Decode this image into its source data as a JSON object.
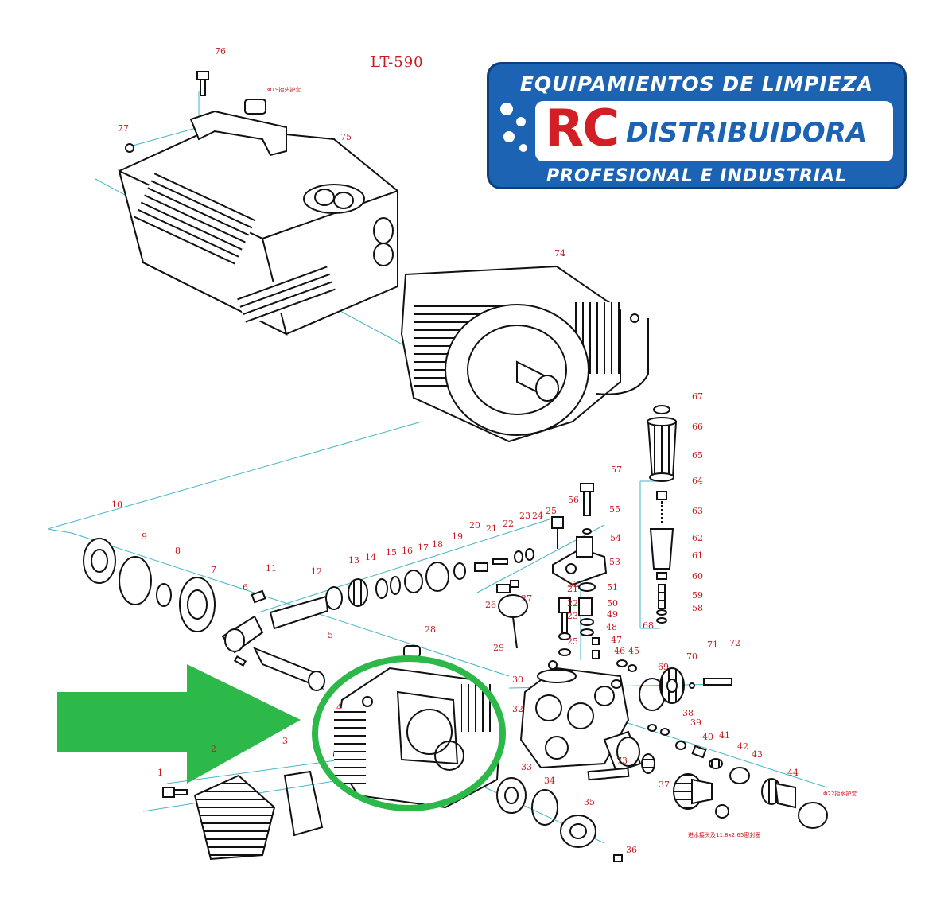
{
  "title": "LT-590",
  "logo": {
    "line_top": "EQUIPAMIENTOS DE LIMPIEZA",
    "brand": "RC",
    "line_mid": "DISTRIBUIDORA",
    "line_bottom": "PROFESIONAL E INDUSTRIAL"
  },
  "part_labels": [
    "1",
    "2",
    "3",
    "4",
    "5",
    "6",
    "7",
    "8",
    "9",
    "10",
    "11",
    "12",
    "13",
    "14",
    "15",
    "16",
    "17",
    "18",
    "19",
    "20",
    "21",
    "22",
    "23",
    "24",
    "25",
    "26",
    "27",
    "28",
    "29",
    "30",
    "32",
    "33",
    "34",
    "35",
    "36",
    "37",
    "38",
    "39",
    "40",
    "41",
    "42",
    "43",
    "44",
    "45",
    "46",
    "47",
    "48",
    "49",
    "50",
    "51",
    "52",
    "53",
    "54",
    "55",
    "56",
    "57",
    "58",
    "59",
    "60",
    "61",
    "62",
    "63",
    "64",
    "65",
    "66",
    "67",
    "68",
    "69",
    "70",
    "71",
    "72",
    "73",
    "74",
    "75",
    "76",
    "77"
  ],
  "sublabels": {
    "cap_top": "Φ19抬头护套",
    "cap_right": "Φ22抬水护套",
    "inlet": "进水接头及11.8x2.65密封圈"
  },
  "colors": {
    "label": "#c8191e",
    "highlight": "#2db84a",
    "line": "#43b5c9",
    "drawing": "#111111",
    "logo_blue": "#1c63b4"
  },
  "highlight_target": "pump-housing"
}
